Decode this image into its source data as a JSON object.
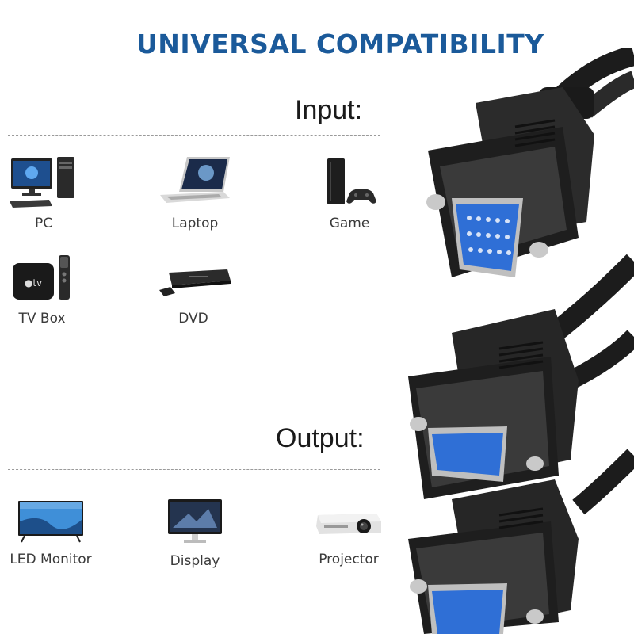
{
  "title": "UNIVERSAL COMPATIBILITY",
  "input": {
    "heading": "Input:",
    "devices": [
      {
        "label": "PC",
        "icon": "pc-icon"
      },
      {
        "label": "Laptop",
        "icon": "laptop-icon"
      },
      {
        "label": "Game",
        "icon": "game-console-icon"
      },
      {
        "label": "TV Box",
        "icon": "tv-box-icon"
      },
      {
        "label": "DVD",
        "icon": "dvd-player-icon"
      }
    ]
  },
  "output": {
    "heading": "Output:",
    "devices": [
      {
        "label": "LED Monitor",
        "icon": "led-monitor-icon"
      },
      {
        "label": "Display",
        "icon": "display-icon"
      },
      {
        "label": "Projector",
        "icon": "projector-icon"
      }
    ]
  },
  "colors": {
    "title": "#1b5a9a",
    "connector_blue": "#2f6fd6",
    "cable_black": "#1c1c1c"
  }
}
